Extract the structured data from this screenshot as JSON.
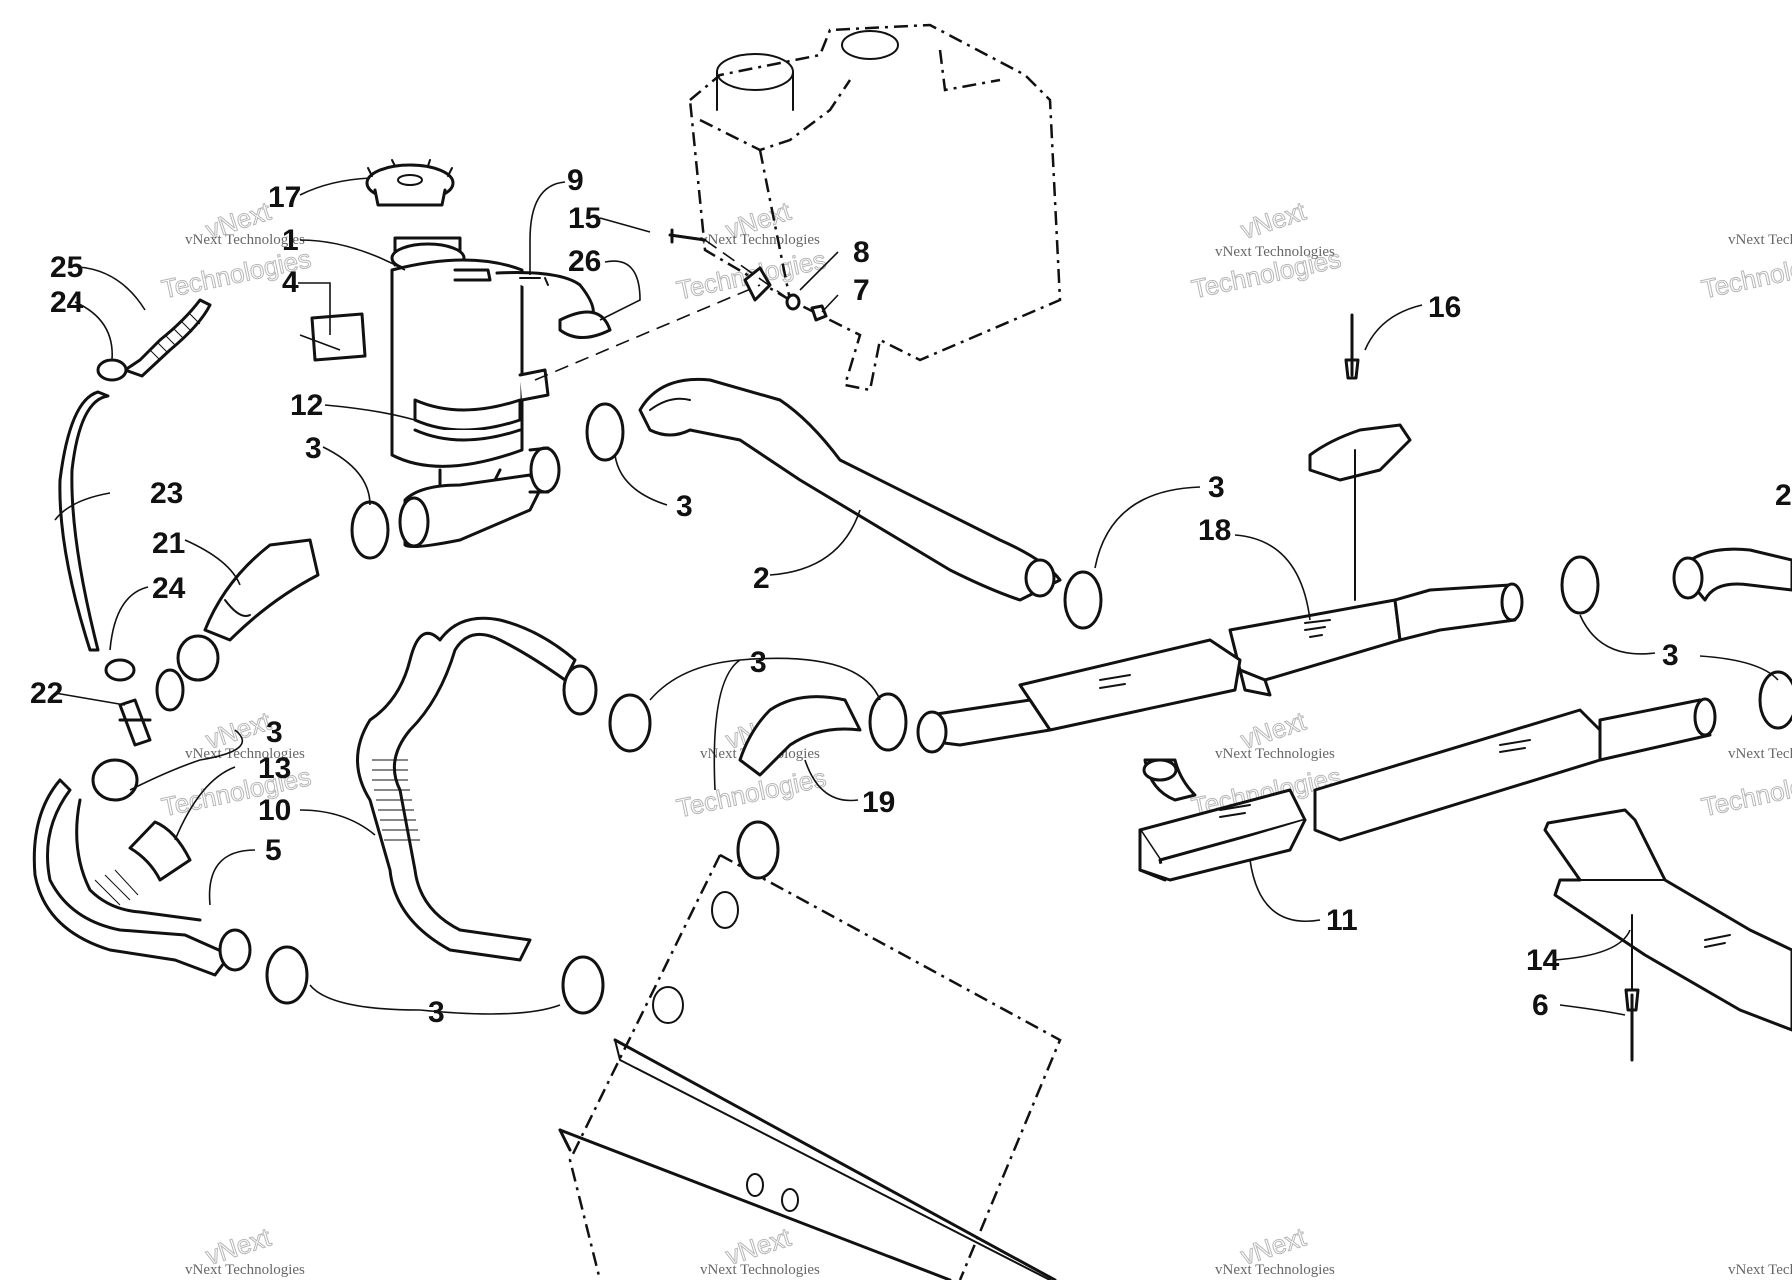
{
  "callouts": {
    "c1": "1",
    "c2": "2",
    "c3a": "3",
    "c3b": "3",
    "c3c": "3",
    "c3d": "3",
    "c3e": "3",
    "c3f": "3",
    "c3g": "3",
    "c4": "4",
    "c5": "5",
    "c6": "6",
    "c7": "7",
    "c8": "8",
    "c9": "9",
    "c10": "10",
    "c11": "11",
    "c12": "12",
    "c13": "13",
    "c14": "14",
    "c15": "15",
    "c16": "16",
    "c17": "17",
    "c18": "18",
    "c19": "19",
    "c21": "21",
    "c22": "22",
    "c23": "23",
    "c24a": "24",
    "c24b": "24",
    "c25": "25",
    "c26": "26",
    "c2edge": "2"
  },
  "watermark": {
    "line1": "vNext Technologies",
    "line2": "Technologies",
    "big": "vNext"
  }
}
